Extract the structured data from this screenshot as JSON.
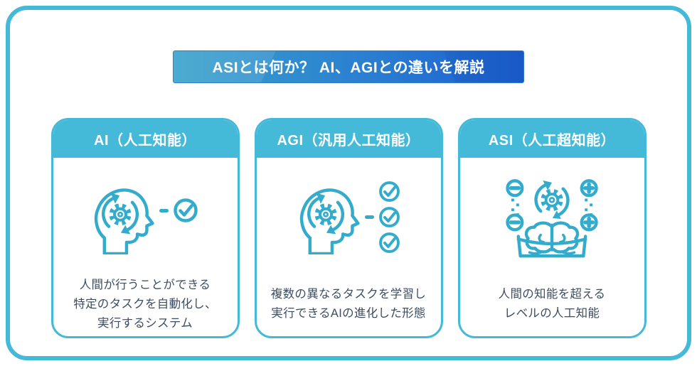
{
  "page": {
    "title": "ASIとは何か？ AI、AGIとの違いを解説"
  },
  "colors": {
    "accent_cyan": "#45B9D8",
    "icon_cyan": "#33ABCD",
    "banner_gradient_left": "#38A2CB",
    "banner_gradient_right": "#1A5ED2",
    "banner_text": "#FFFFFF",
    "body_text": "#3E4D62",
    "card_background": "#FFFFFF"
  },
  "cards": [
    {
      "title": "AI（人工知能）",
      "icon": "head-gear-check-icon",
      "description_lines": [
        "人間が行うことができる",
        "特定のタスクを自動化し、",
        "実行するシステム"
      ]
    },
    {
      "title": "AGI（汎用人工知能）",
      "icon": "head-gear-checklist-icon",
      "description_lines": [
        "複数の異なるタスクを学習し",
        "実行できるAIの進化した形態"
      ]
    },
    {
      "title": "ASI（人工超知能）",
      "icon": "brain-gear-plus-minus-icon",
      "description_lines": [
        "人間の知能を超える",
        "レベルの人工知能"
      ]
    }
  ]
}
